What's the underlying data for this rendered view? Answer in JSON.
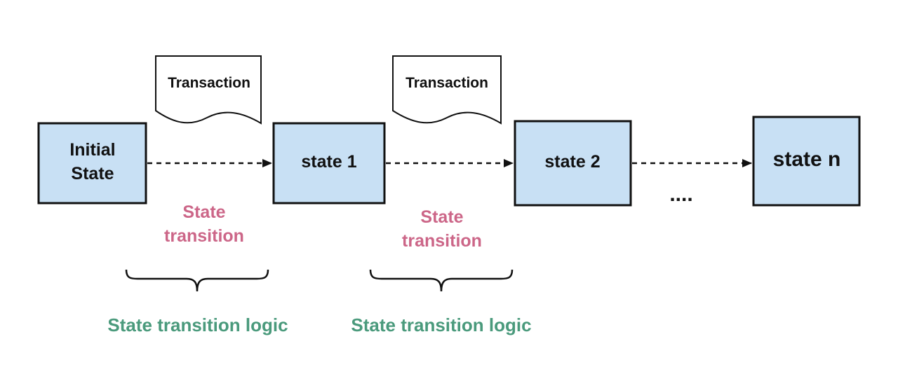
{
  "colors": {
    "box_fill": "#c8e0f4",
    "box_stroke": "#111111",
    "transition_text": "#cc6688",
    "logic_text": "#4a9a7c"
  },
  "states": [
    {
      "line1": "Initial",
      "line2": "State"
    },
    {
      "label": "state 1"
    },
    {
      "label": "state 2"
    },
    {
      "label": "state n"
    }
  ],
  "transactions": [
    {
      "label": "Transaction"
    },
    {
      "label": "Transaction"
    }
  ],
  "transitions": [
    {
      "line1": "State",
      "line2": "transition"
    },
    {
      "line1": "State",
      "line2": "transition"
    }
  ],
  "logic_labels": [
    {
      "label": "State transition logic"
    },
    {
      "label": "State transition logic"
    }
  ],
  "ellipsis": "...."
}
